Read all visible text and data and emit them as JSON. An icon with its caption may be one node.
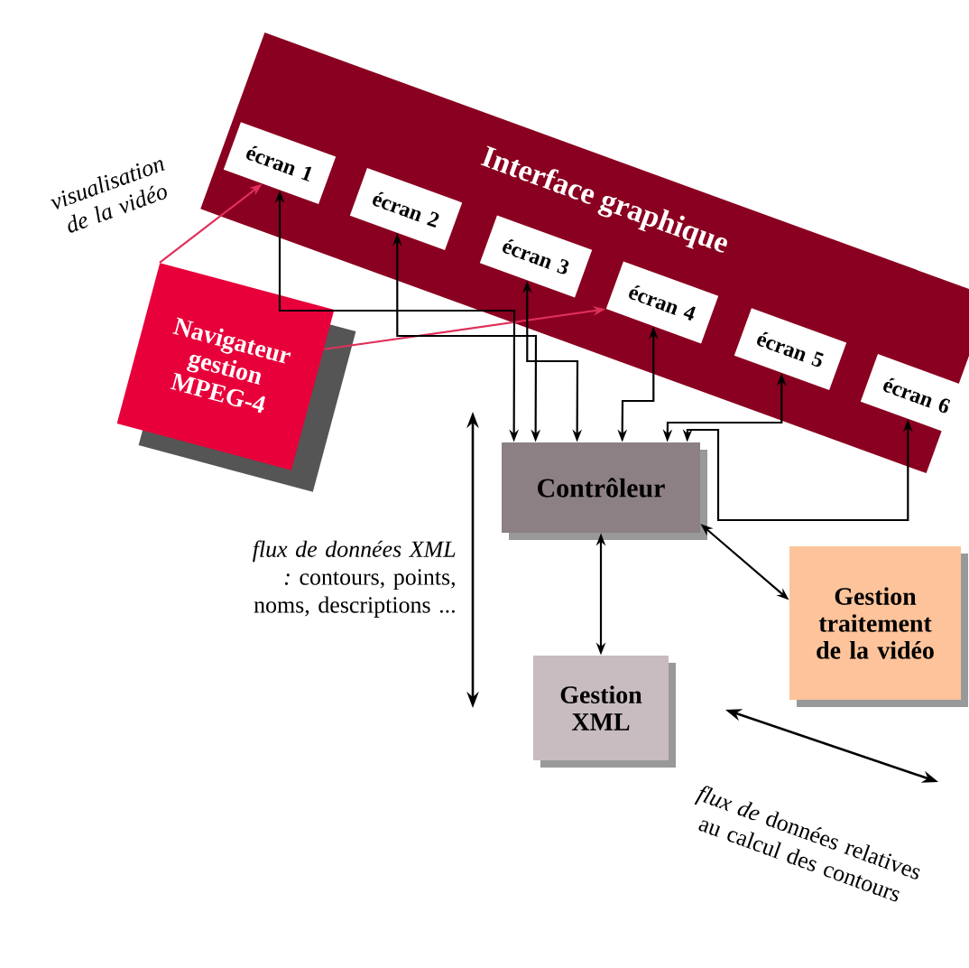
{
  "diagram": {
    "nodes": [
      {
        "text": [
          "Interface graphique"
        ]
      },
      {
        "text": [
          "écran 1"
        ],
        "in": 0
      },
      {
        "text": [
          "écran 2"
        ],
        "in": 0
      },
      {
        "text": [
          "écran 3"
        ],
        "in": 0
      },
      {
        "text": [
          "écran 4"
        ],
        "in": 0
      },
      {
        "text": [
          "écran 5"
        ],
        "in": 0
      },
      {
        "text": [
          "écran 6"
        ],
        "in": 0
      },
      {
        "text": [
          "Navigateur gestion MPEG-4"
        ]
      },
      {
        "text": [
          "Contrôleur"
        ]
      },
      {
        "text": [
          "Gestion traitement de la vidéo"
        ]
      },
      {
        "text": [
          "Gestion XML"
        ]
      }
    ],
    "edges": [
      {
        "from": 7,
        "to": 1,
        "arrow": "to",
        "color": "#e0305a",
        "label": "visualisation de la vidéo"
      },
      {
        "from": 7,
        "to": 4,
        "arrow": "to",
        "color": "#e0305a"
      },
      {
        "from": 1,
        "to": 8,
        "arrow": "both"
      },
      {
        "from": 2,
        "to": 8,
        "arrow": "both"
      },
      {
        "from": 3,
        "to": 8,
        "arrow": "both"
      },
      {
        "from": 4,
        "to": 8,
        "arrow": "both"
      },
      {
        "from": 5,
        "to": 8,
        "arrow": "both"
      },
      {
        "from": 6,
        "to": 8,
        "arrow": "both"
      },
      {
        "from": 8,
        "to": 9,
        "arrow": "both"
      },
      {
        "from": 8,
        "to": 10,
        "arrow": "both"
      }
    ],
    "labels": [
      "*flux de données XML :* contours, points, noms, descriptions ...",
      "*flux de* données relatives au calcul des contours"
    ]
  }
}
